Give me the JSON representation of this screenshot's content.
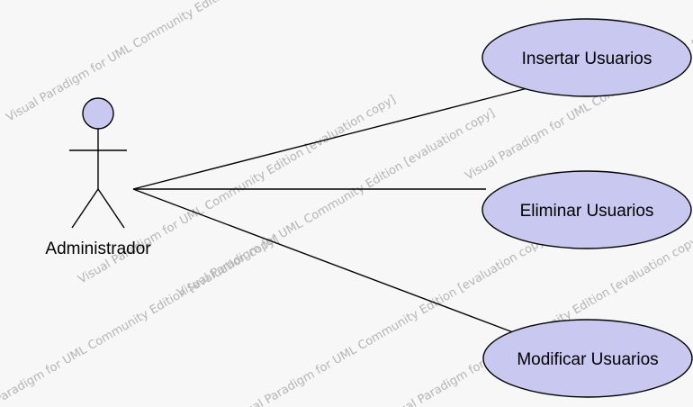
{
  "diagram": {
    "actor": {
      "name": "Administrador",
      "head_color": "#c8c8f0"
    },
    "use_case_color": "#c8c8f0",
    "use_cases": [
      {
        "label": "Insertar Usuarios"
      },
      {
        "label": "Eliminar Usuarios"
      },
      {
        "label": "Modificar Usuarios"
      }
    ],
    "watermark": "Visual Paradigm for UML Community Edition [evaluation copy]"
  }
}
